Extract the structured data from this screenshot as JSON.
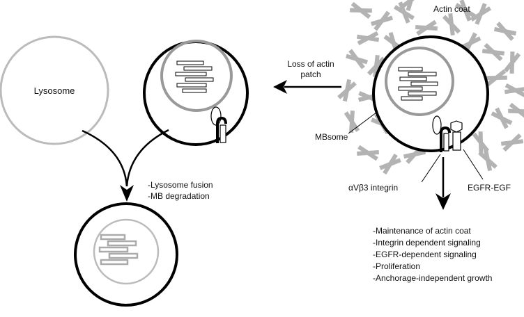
{
  "colors": {
    "black": "#000000",
    "grey": "#999999",
    "light_grey": "#bbbbbb",
    "actin": "#b3b3b3"
  },
  "labels": {
    "lysosome": "Lysosome",
    "actin_coat": "Actin coat",
    "loss_line1": "Loss of actin",
    "loss_line2": "patch",
    "mbsome": "MBsome",
    "integrin": "αVβ3 integrin",
    "egfr": "EGFR-EGF",
    "fusion_line1": "-Lysosome fusion",
    "fusion_line2": "-MB degradation"
  },
  "outcomes": [
    "-Maintenance of actin coat",
    "-Integrin dependent signaling",
    "-EGFR-dependent signaling",
    "-Proliferation",
    "-Anchorage-independent growth"
  ]
}
